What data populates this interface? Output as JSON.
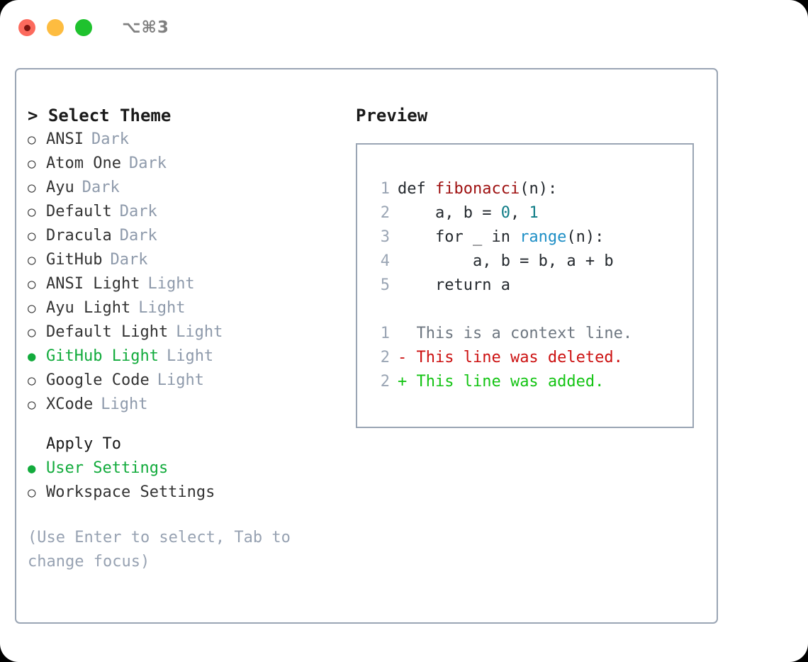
{
  "titlebar": {
    "traffic_lights": [
      {
        "name": "close",
        "color": "#fc6a5d"
      },
      {
        "name": "minimize",
        "color": "#fdbc40"
      },
      {
        "name": "maximize",
        "color": "#1fc22e"
      }
    ],
    "shortcut": "⌥⌘3"
  },
  "left": {
    "header": "> Select Theme",
    "themes": [
      {
        "marker": "○",
        "name": "ANSI",
        "tag": "Dark",
        "selected": false
      },
      {
        "marker": "○",
        "name": "Atom One",
        "tag": "Dark",
        "selected": false
      },
      {
        "marker": "○",
        "name": "Ayu",
        "tag": "Dark",
        "selected": false
      },
      {
        "marker": "○",
        "name": "Default",
        "tag": "Dark",
        "selected": false
      },
      {
        "marker": "○",
        "name": "Dracula",
        "tag": "Dark",
        "selected": false
      },
      {
        "marker": "○",
        "name": "GitHub",
        "tag": "Dark",
        "selected": false
      },
      {
        "marker": "○",
        "name": "ANSI Light",
        "tag": "Light",
        "selected": false
      },
      {
        "marker": "○",
        "name": "Ayu Light",
        "tag": "Light",
        "selected": false
      },
      {
        "marker": "○",
        "name": "Default Light",
        "tag": "Light",
        "selected": false
      },
      {
        "marker": "●",
        "name": "GitHub Light",
        "tag": "Light",
        "selected": true
      },
      {
        "marker": "○",
        "name": "Google Code",
        "tag": "Light",
        "selected": false
      },
      {
        "marker": "○",
        "name": "XCode",
        "tag": "Light",
        "selected": false
      }
    ],
    "apply_to": {
      "title": "Apply To",
      "options": [
        {
          "marker": "●",
          "label": "User Settings",
          "selected": true
        },
        {
          "marker": "○",
          "label": "Workspace Settings",
          "selected": false
        }
      ]
    },
    "hint": "(Use Enter to select, Tab to change focus)"
  },
  "right": {
    "title": "Preview",
    "code": [
      {
        "no": "1",
        "tokens": [
          {
            "t": "def ",
            "c": "kw"
          },
          {
            "t": "fibonacci",
            "c": "fn"
          },
          {
            "t": "(n):",
            "c": "plain"
          }
        ]
      },
      {
        "no": "2",
        "tokens": [
          {
            "t": "    a, b = ",
            "c": "plain"
          },
          {
            "t": "0",
            "c": "num"
          },
          {
            "t": ", ",
            "c": "plain"
          },
          {
            "t": "1",
            "c": "num"
          }
        ]
      },
      {
        "no": "3",
        "tokens": [
          {
            "t": "    for _ in ",
            "c": "plain"
          },
          {
            "t": "range",
            "c": "call"
          },
          {
            "t": "(n):",
            "c": "plain"
          }
        ]
      },
      {
        "no": "4",
        "tokens": [
          {
            "t": "        a, b = b, a + b",
            "c": "plain"
          }
        ]
      },
      {
        "no": "5",
        "tokens": [
          {
            "t": "    return a",
            "c": "plain"
          }
        ]
      }
    ],
    "diff": [
      {
        "no": "1",
        "sign": " ",
        "text": " This is a context line.",
        "kind": "ctx"
      },
      {
        "no": "2",
        "sign": "-",
        "text": " This line was deleted.",
        "kind": "del"
      },
      {
        "no": "2",
        "sign": "+",
        "text": " This line was added.",
        "kind": "add"
      }
    ]
  },
  "colors": {
    "accent_green": "#12ab3c",
    "muted": "#8e9aab",
    "border": "#9aa5b4",
    "keyword": "#24292e",
    "function": "#9e1010",
    "number": "#0e7c86",
    "call": "#1e8fc6",
    "diff_add": "#14c414",
    "diff_del": "#cc1111",
    "diff_ctx": "#6e7781"
  }
}
